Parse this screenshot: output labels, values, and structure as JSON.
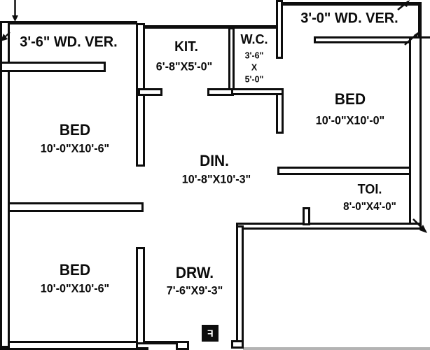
{
  "plan_title": "floor-plan",
  "verandas": {
    "left": {
      "label": "3'-6\" WD. VER."
    },
    "right": {
      "label": "3'-0\" WD. VER."
    }
  },
  "rooms": {
    "bed_top_left": {
      "name": "BED",
      "dims": "10'-0\"X10'-6\""
    },
    "kitchen": {
      "name": "KIT.",
      "dims": "6'-8\"X5'-0\""
    },
    "wc": {
      "name": "W.C.",
      "dim_width": "3'-6\"",
      "dim_sep": "X",
      "dim_depth": "5'-0\""
    },
    "bed_top_right": {
      "name": "BED",
      "dims": "10'-0\"X10'-0\""
    },
    "dining": {
      "name": "DIN.",
      "dims": "10'-8\"X10'-3\""
    },
    "toilet": {
      "name": "TOI.",
      "dims": "8'-0\"X4'-0\""
    },
    "bed_bottom_left": {
      "name": "BED",
      "dims": "10'-0\"X10'-6\""
    },
    "drawing": {
      "name": "DRW.",
      "dims": "7'-6\"X9'-3\""
    }
  },
  "entrance_icon": {
    "glyph": "F"
  }
}
